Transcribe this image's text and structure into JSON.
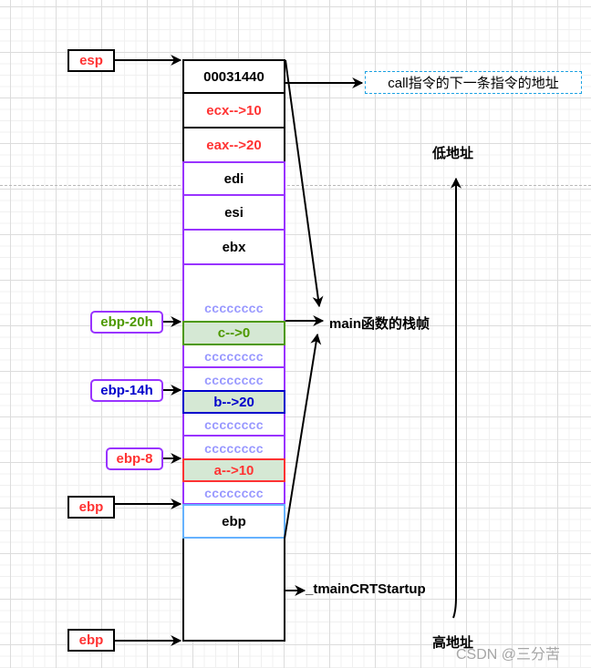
{
  "stack": {
    "return_address": "00031440",
    "saved_ecx": "ecx-->10",
    "saved_eax": "eax-->20",
    "saved_edi": "edi",
    "saved_esi": "esi",
    "saved_ebx": "ebx",
    "fill": "cccccccc",
    "var_c": "c-->0",
    "var_b": "b-->20",
    "var_a": "a-->10",
    "saved_ebp": "ebp"
  },
  "pointers": {
    "esp": "esp",
    "ebp_current": "ebp",
    "ebp_caller": "ebp",
    "ebp_minus_20h": "ebp-20h",
    "ebp_minus_14h": "ebp-14h",
    "ebp_minus_8": "ebp-8"
  },
  "annotations": {
    "return_address_note": "call指令的下一条指令的地址",
    "main_frame": "main函数的栈帧",
    "caller_frame": "_tmainCRTStartup",
    "low_address": "低地址",
    "high_address": "高地址"
  },
  "colors": {
    "register_label": "#ff3333",
    "callee_saved_border": "#9933ff",
    "fill_text": "#9999ff",
    "var_c": "#4d9900",
    "var_b": "#0000cc",
    "var_a": "#ff3333",
    "saved_ebp_border": "#66b2ff",
    "variable_fill": "#d5e8d4"
  },
  "watermark": "CSDN @三分苦"
}
